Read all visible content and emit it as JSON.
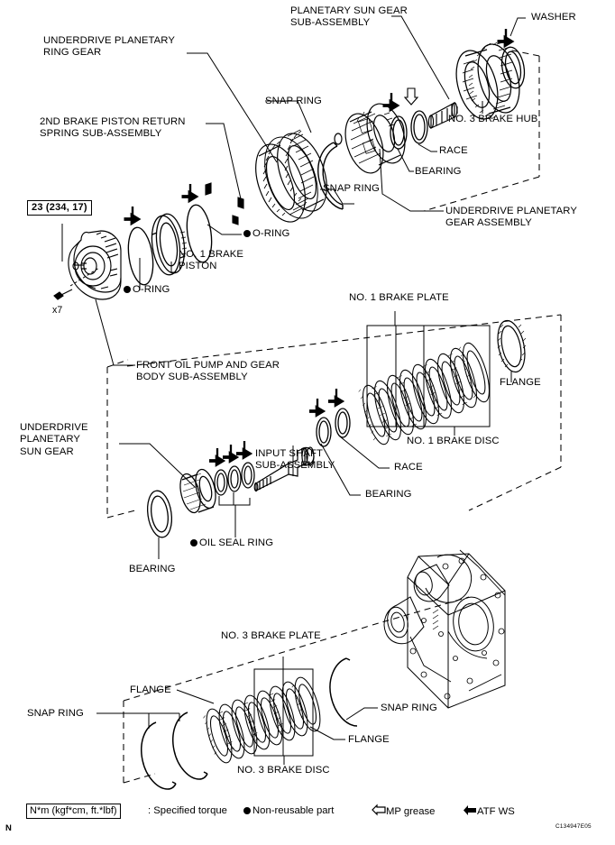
{
  "document": {
    "type": "exploded-view-service-diagram",
    "figure_code": "C134947E05",
    "page_mark": "N"
  },
  "callouts": {
    "underdrive_planetary_ring_gear": "UNDERDRIVE PLANETARY\nRING GEAR",
    "second_brake_piston_return_spring": "2ND BRAKE PISTON RETURN\nSPRING SUB-ASSEMBLY",
    "planetary_sun_gear_sub_assembly": "PLANETARY SUN GEAR\nSUB-ASSEMBLY",
    "washer": "WASHER",
    "snap_ring_top": "SNAP RING",
    "snap_ring_upper2": "SNAP RING",
    "no3_brake_hub": "NO. 3 BRAKE HUB",
    "race_top": "RACE",
    "bearing_top": "BEARING",
    "underdrive_planetary_gear_assembly": "UNDERDRIVE PLANETARY\nGEAR ASSEMBLY",
    "o_ring_right": "O-RING",
    "o_ring_left": "O-RING",
    "no1_brake_piston": "NO. 1 BRAKE\nPISTON",
    "x7": "x7",
    "front_oil_pump_body": "FRONT OIL PUMP AND GEAR\nBODY SUB-ASSEMBLY",
    "underdrive_planetary_sun_gear": "UNDERDRIVE\nPLANETARY\nSUN GEAR",
    "input_shaft_sub_assembly": "INPUT SHAFT\nSUB-ASSEMBLY",
    "oil_seal_ring": "OIL SEAL RING",
    "bearing_mid_left": "BEARING",
    "race_mid": "RACE",
    "bearing_mid": "BEARING",
    "no1_brake_plate": "NO. 1 BRAKE PLATE",
    "no1_brake_disc": "NO. 1 BRAKE DISC",
    "flange_no1": "FLANGE",
    "no3_brake_plate": "NO. 3 BRAKE PLATE",
    "no3_brake_disc": "NO. 3 BRAKE DISC",
    "flange_no3_left": "FLANGE",
    "flange_no3_right": "FLANGE",
    "snap_ring_bottom_left": "SNAP RING",
    "snap_ring_bottom_right": "SNAP RING"
  },
  "torque_spec": {
    "value": "23 (234, 17)",
    "unit_note": "N*m (kgf*cm, ft.*lbf)"
  },
  "legend": {
    "torque_box": "N*m (kgf*cm, ft.*lbf)",
    "torque_meaning": ": Specified torque",
    "non_reusable": "Non-reusable part",
    "mp_grease": "MP grease",
    "atf_ws": "ATF WS"
  },
  "colors": {
    "ink": "#000000",
    "paper": "#ffffff"
  }
}
